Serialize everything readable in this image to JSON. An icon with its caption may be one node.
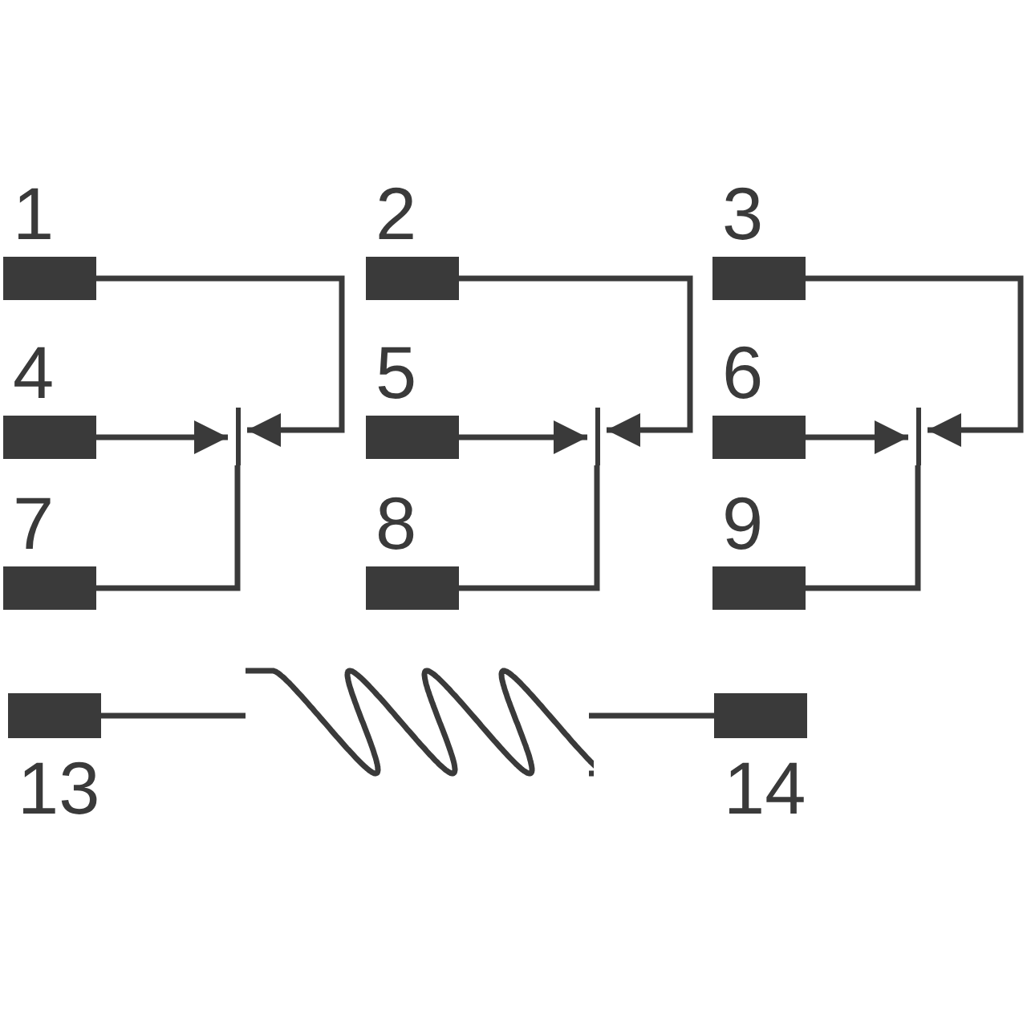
{
  "diagram": {
    "nodes": [
      {
        "text": [
          "1"
        ]
      },
      {
        "text": [
          "2"
        ]
      },
      {
        "text": [
          "3"
        ]
      },
      {
        "text": [
          "4"
        ]
      },
      {
        "text": [
          "5"
        ]
      },
      {
        "text": [
          "6"
        ]
      },
      {
        "text": [
          "7"
        ]
      },
      {
        "text": [
          "8"
        ]
      },
      {
        "text": [
          "9"
        ]
      },
      {
        "text": [],
        "shape": "bar"
      },
      {
        "text": [],
        "shape": "bar"
      },
      {
        "text": [],
        "shape": "bar"
      },
      {
        "text": [
          "13"
        ]
      },
      {
        "text": [],
        "shape": "coil"
      },
      {
        "text": [
          "14"
        ]
      }
    ],
    "edges": [
      {
        "from": 0,
        "to": 9,
        "arrow": "to"
      },
      {
        "from": 3,
        "to": 9,
        "arrow": "to"
      },
      {
        "from": 6,
        "to": 9,
        "arrow": "none"
      },
      {
        "from": 1,
        "to": 10,
        "arrow": "to"
      },
      {
        "from": 4,
        "to": 10,
        "arrow": "to"
      },
      {
        "from": 7,
        "to": 10,
        "arrow": "none"
      },
      {
        "from": 2,
        "to": 11,
        "arrow": "to"
      },
      {
        "from": 5,
        "to": 11,
        "arrow": "to"
      },
      {
        "from": 8,
        "to": 11,
        "arrow": "none"
      },
      {
        "from": 12,
        "to": 13,
        "arrow": "none"
      },
      {
        "from": 13,
        "to": 14,
        "arrow": "none"
      }
    ]
  }
}
